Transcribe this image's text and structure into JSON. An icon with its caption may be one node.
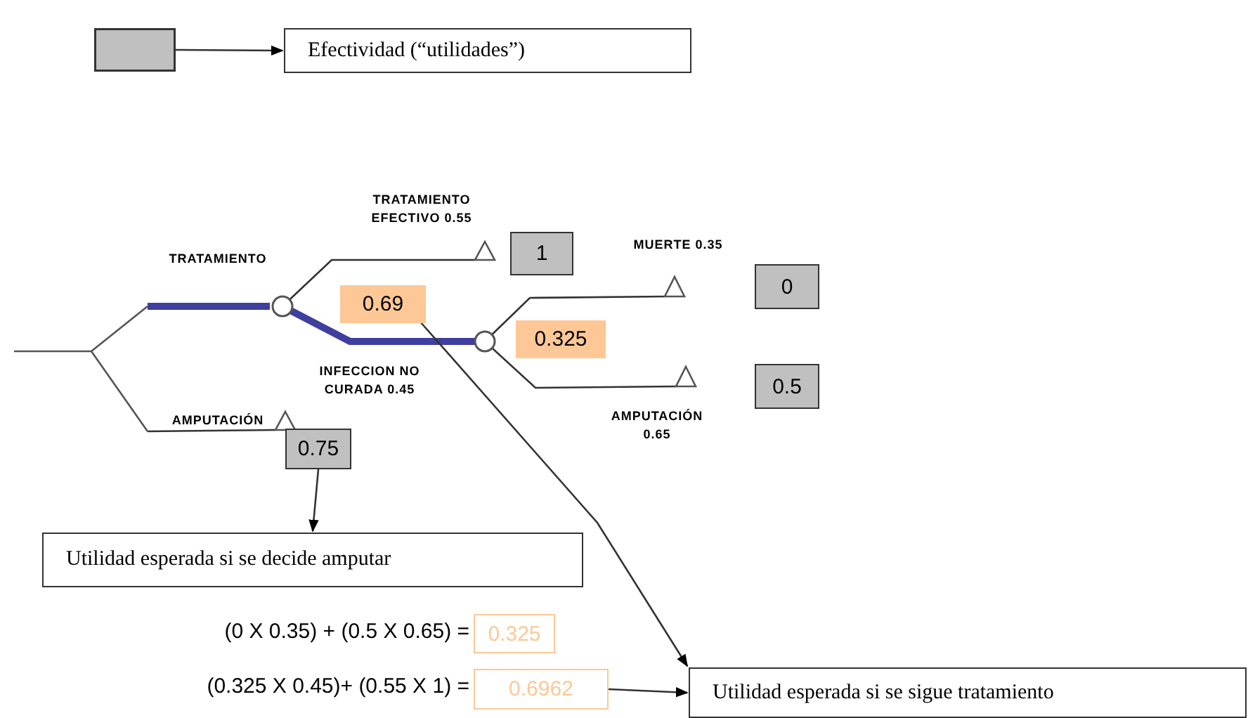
{
  "diagram": {
    "nodes": [
      {
        "text": [],
        "shape": "box"
      },
      {
        "text": [
          "Efectividad (“utilidades”)"
        ]
      },
      {
        "text": [],
        "shape": "circle"
      },
      {
        "text": [],
        "shape": "circle"
      },
      {
        "text": [],
        "shape": "triangle"
      },
      {
        "text": [
          "1"
        ]
      },
      {
        "text": [],
        "shape": "triangle"
      },
      {
        "text": [
          "0"
        ]
      },
      {
        "text": [],
        "shape": "triangle"
      },
      {
        "text": [
          "0.5"
        ]
      },
      {
        "text": [],
        "shape": "triangle"
      },
      {
        "text": [
          "0.75"
        ]
      },
      {
        "text": [
          "0.69"
        ]
      },
      {
        "text": [
          "0.325"
        ]
      },
      {
        "text": [
          "Utilidad esperada si se decide amputar"
        ]
      },
      {
        "text": [
          "0.325"
        ]
      },
      {
        "text": [
          "0.6962"
        ]
      },
      {
        "text": [
          "Utilidad esperada si se sigue tratamiento"
        ]
      }
    ],
    "edges": [
      {
        "from": 0,
        "to": 1,
        "arrow": "to"
      },
      {
        "from": null,
        "to": 2,
        "arrow": "none",
        "label": "TRATAMIENTO",
        "style": "thick",
        "color": "#3f3f9f"
      },
      {
        "from": null,
        "to": 10,
        "arrow": "none",
        "label": "AMPUTACIÓN"
      },
      {
        "from": 2,
        "to": 4,
        "arrow": "none",
        "label": "TRATAMIENTO EFECTIVO 0.55"
      },
      {
        "from": 2,
        "to": 3,
        "arrow": "none",
        "label": "INFECCION NO CURADA 0.45",
        "style": "thick",
        "color": "#3f3f9f"
      },
      {
        "from": 3,
        "to": 6,
        "arrow": "none",
        "label": "MUERTE 0.35"
      },
      {
        "from": 3,
        "to": 8,
        "arrow": "none",
        "label": "AMPUTACIÓN 0.65"
      },
      {
        "from": 11,
        "to": 14,
        "arrow": "to"
      },
      {
        "from": 12,
        "to": 17,
        "arrow": "to"
      },
      {
        "from": 16,
        "to": 17,
        "arrow": "to"
      }
    ],
    "labels": [
      "(0 X 0.35) + (0.5 X 0.65) =",
      "(0.325 X 0.45)+ (0.55 X 1) ="
    ]
  }
}
